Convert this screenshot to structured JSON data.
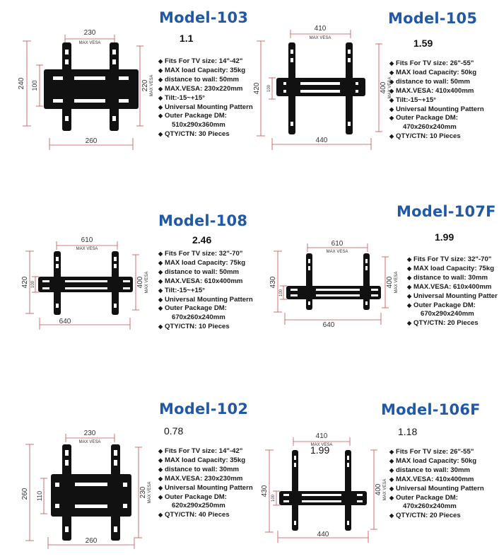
{
  "panels": [
    {
      "model": "Model-103",
      "price": "1.1",
      "price_bold": true,
      "dims": {
        "vesa": "230",
        "vesa_label": "MAX VESA",
        "width": "260",
        "height": "240",
        "inner": "100",
        "vesa_v": "220",
        "vesa_v_label": "MAX VESA"
      },
      "specs": [
        {
          "text": "Fits For TV size: 14\"-42\"",
          "bullet": true
        },
        {
          "text": "MAX load Capacity: 35kg",
          "bullet": true
        },
        {
          "text": "distance to wall: 50mm",
          "bullet": true
        },
        {
          "text": "MAX.VESA: 230x220mm",
          "bullet": true
        },
        {
          "text": "Tilt:-15~+15°",
          "bullet": true
        },
        {
          "text": "Universal Mounting Pattern",
          "bullet": true
        },
        {
          "text": "Outer Package DM:",
          "bullet": true
        },
        {
          "text": "510x290x360mm",
          "bullet": false
        },
        {
          "text": "QTY/CTN: 30 Pieces",
          "bullet": true
        }
      ]
    },
    {
      "model": "Model-105",
      "price": "1.59",
      "price_bold": true,
      "dims": {
        "vesa": "410",
        "vesa_label": "MAX VESA",
        "width": "440",
        "height": "420",
        "inner": "100",
        "vesa_v": "400",
        "vesa_v_label": "MAX VESA"
      },
      "specs": [
        {
          "text": "Fits For TV size: 26\"-55\"",
          "bullet": true
        },
        {
          "text": "MAX load Capacity: 50kg",
          "bullet": true
        },
        {
          "text": "distance to wall: 50mm",
          "bullet": true
        },
        {
          "text": "MAX.VESA: 410x400mm",
          "bullet": true
        },
        {
          "text": "Tilt:-15~+15°",
          "bullet": true
        },
        {
          "text": "Universal Mounting Pattern",
          "bullet": true
        },
        {
          "text": "Outer Package DM:",
          "bullet": true
        },
        {
          "text": "470x260x240mm",
          "bullet": false
        },
        {
          "text": "QTY/CTN: 10 Pieces",
          "bullet": true
        }
      ]
    },
    {
      "model": "Model-108",
      "price": "2.46",
      "price_bold": true,
      "dims": {
        "vesa": "610",
        "vesa_label": "MAX VESA",
        "width": "640",
        "height": "420",
        "inner": "100",
        "vesa_v": "400",
        "vesa_v_label": "MAX VESA"
      },
      "specs": [
        {
          "text": "Fits For TV size: 32\"-70\"",
          "bullet": true
        },
        {
          "text": "MAX load Capacity: 75kg",
          "bullet": true
        },
        {
          "text": "distance to wall: 50mm",
          "bullet": true
        },
        {
          "text": "MAX.VESA: 610x400mm",
          "bullet": true
        },
        {
          "text": "Tilt:-15~+15°",
          "bullet": true
        },
        {
          "text": "Universal Mounting Pattern",
          "bullet": true
        },
        {
          "text": "Outer Package DM:",
          "bullet": true
        },
        {
          "text": "670x260x240mm",
          "bullet": false
        },
        {
          "text": "QTY/CTN: 10 Pieces",
          "bullet": true
        }
      ]
    },
    {
      "model": "Model-107F",
      "price": "1.99",
      "price_bold": true,
      "dims": {
        "vesa": "610",
        "vesa_label": "MAX VESA",
        "width": "640",
        "height": "430",
        "inner": "100",
        "vesa_v": "400",
        "vesa_v_label": "MAX VESA"
      },
      "specs": [
        {
          "text": "Fits For TV size: 32\"-70\"",
          "bullet": true
        },
        {
          "text": "MAX load Capacity: 75kg",
          "bullet": true
        },
        {
          "text": "distance to wall: 30mm",
          "bullet": true
        },
        {
          "text": "MAX.VESA: 610x400mm",
          "bullet": true
        },
        {
          "text": "Universal Mounting Patter",
          "bullet": true
        },
        {
          "text": "Outer Package DM:",
          "bullet": true
        },
        {
          "text": "670x290x240mm",
          "bullet": false
        },
        {
          "text": "QTY/CTN: 20 Pieces",
          "bullet": true
        }
      ]
    },
    {
      "model": "Model-102",
      "price": "0.78",
      "price_bold": false,
      "dims": {
        "vesa": "230",
        "vesa_label": "MAX VESA",
        "width": "260",
        "height": "260",
        "inner": "110",
        "vesa_v": "230",
        "vesa_v_label": "MAX VESA"
      },
      "specs": [
        {
          "text": "Fits For TV size: 14\"-42\"",
          "bullet": true
        },
        {
          "text": "MAX load Capacity: 35kg",
          "bullet": true
        },
        {
          "text": "distance to wall: 30mm",
          "bullet": true
        },
        {
          "text": "MAX.VESA: 230x230mm",
          "bullet": true
        },
        {
          "text": "Universal Mounting Pattern",
          "bullet": true
        },
        {
          "text": "Outer Package DM:",
          "bullet": true
        },
        {
          "text": "620x290x250mm",
          "bullet": false
        },
        {
          "text": "QTY/CTN: 40 Pieces",
          "bullet": true
        }
      ]
    },
    {
      "model": "Model-106F",
      "price": "1.18",
      "price_bold": false,
      "extra_price": "1.99",
      "dims": {
        "vesa": "410",
        "vesa_label": "MAX VESA",
        "width": "440",
        "height": "430",
        "inner": "100",
        "vesa_v": "400",
        "vesa_v_label": "MAX VESA"
      },
      "specs": [
        {
          "text": "Fits For TV size: 26\"-55\"",
          "bullet": true
        },
        {
          "text": "MAX load Capacity: 50kg",
          "bullet": true
        },
        {
          "text": "distance to wall: 30mm",
          "bullet": true
        },
        {
          "text": "MAX.VESA: 410x400mm",
          "bullet": true
        },
        {
          "text": "Universal Mounting Pattern",
          "bullet": true
        },
        {
          "text": "Outer Package DM:",
          "bullet": true
        },
        {
          "text": "470x260x240mm",
          "bullet": false
        },
        {
          "text": "QTY/CTN: 20 Pieces",
          "bullet": true
        }
      ]
    }
  ],
  "colors": {
    "title": "#2159a6",
    "dimension_line": "#c0504d",
    "bracket": "#111111"
  }
}
